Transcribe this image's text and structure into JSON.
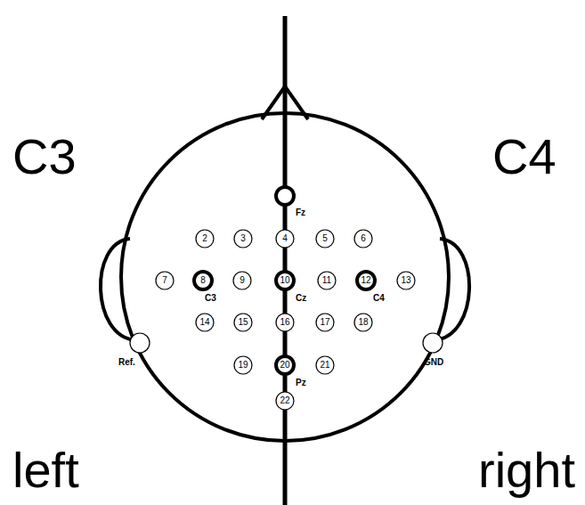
{
  "diagram": {
    "nodes": [
      {
        "text": [
          "Fz"
        ]
      },
      {
        "text": [
          "2"
        ]
      },
      {
        "text": [
          "3"
        ]
      },
      {
        "text": [
          "4"
        ]
      },
      {
        "text": [
          "5"
        ]
      },
      {
        "text": [
          "6"
        ]
      },
      {
        "text": [
          "7"
        ]
      },
      {
        "text": [
          "8",
          "C3"
        ]
      },
      {
        "text": [
          "9"
        ]
      },
      {
        "text": [
          "10",
          "Cz"
        ]
      },
      {
        "text": [
          "11"
        ]
      },
      {
        "text": [
          "12",
          "C4"
        ]
      },
      {
        "text": [
          "13"
        ]
      },
      {
        "text": [
          "14"
        ]
      },
      {
        "text": [
          "15"
        ]
      },
      {
        "text": [
          "16"
        ]
      },
      {
        "text": [
          "17"
        ]
      },
      {
        "text": [
          "18"
        ]
      },
      {
        "text": [
          "Ref."
        ]
      },
      {
        "text": [
          "GND"
        ]
      },
      {
        "text": [
          "19"
        ]
      },
      {
        "text": [
          "20",
          "Pz"
        ]
      },
      {
        "text": [
          "21"
        ]
      },
      {
        "text": [
          "22"
        ]
      }
    ],
    "labels": [
      "C3",
      "C4",
      "left",
      "right"
    ]
  }
}
